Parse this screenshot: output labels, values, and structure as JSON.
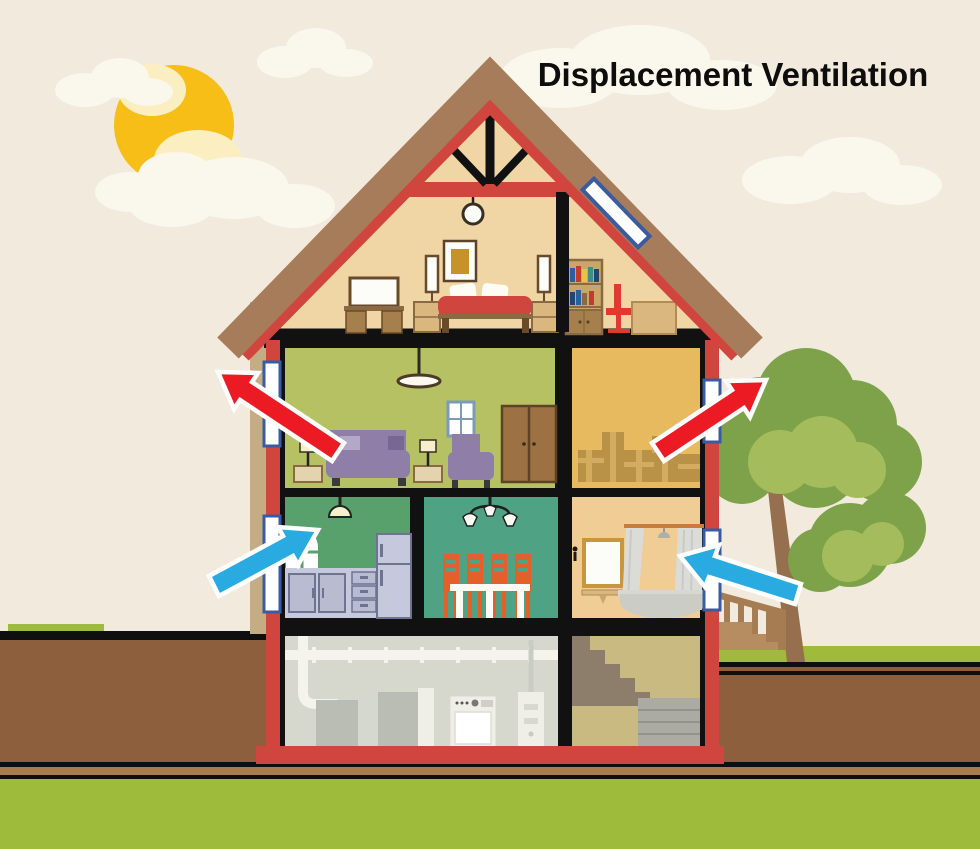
{
  "title": {
    "text": "Displacement Ventilation"
  },
  "colors": {
    "sky": "#F2EADC",
    "cloud": "#FAF7EC",
    "sun": "#F7BE17",
    "sunPale": "#FBEFC2",
    "titleColor": "#0D0D0D",
    "roofBrown": "#A67C5B",
    "houseRed": "#D0463E",
    "frameBlack": "#111111",
    "atticTan": "#EFD6A4",
    "livingOlive": "#B5C162",
    "storageOrange": "#E8BA60",
    "kitchenGreen": "#58A16C",
    "diningTeal": "#50A284",
    "bathTan": "#EFCD94",
    "basementGray": "#D6D7CD",
    "basementKhaki": "#C9BA81",
    "arrowRed": "#EC1B23",
    "arrowBlue": "#29ABE2",
    "windowBlue": "#3A5BA0",
    "grass": "#9EBB3C",
    "earth": "#8E5F3D",
    "earthLight": "#A97C50",
    "treeDark": "#7DA249",
    "treeLight": "#A4BC5C",
    "trunk": "#96704E",
    "porch": "#A67C52",
    "steps": "#B58D61"
  },
  "rooms": [
    "attic-bedroom",
    "attic-study",
    "living-room",
    "storage-room",
    "kitchen",
    "dining-room",
    "bathroom",
    "basement-utility",
    "basement-stairwell"
  ],
  "arrows": [
    {
      "name": "red-arrow-upper-left",
      "color": "arrowRed",
      "direction": "up-left-out"
    },
    {
      "name": "red-arrow-upper-right",
      "color": "arrowRed",
      "direction": "up-right-out"
    },
    {
      "name": "blue-arrow-lower-left",
      "color": "arrowBlue",
      "direction": "in-through-left-window"
    },
    {
      "name": "blue-arrow-lower-right",
      "color": "arrowBlue",
      "direction": "in-through-right-window"
    }
  ]
}
